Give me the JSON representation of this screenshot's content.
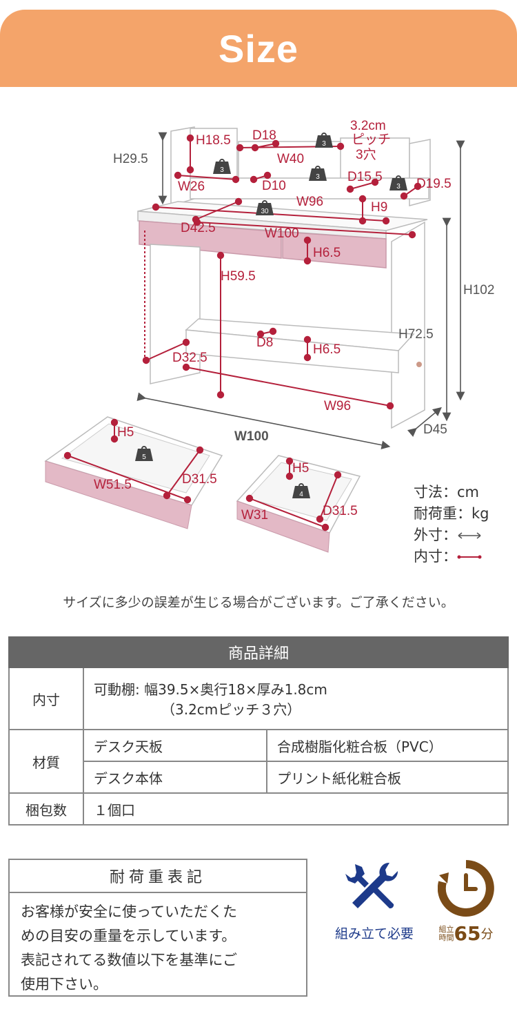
{
  "header": {
    "title": "Size"
  },
  "dimensions": {
    "h29_5": "H29.5",
    "h18_5": "H18.5",
    "d18": "D18",
    "pitch_1": "3.2cm",
    "pitch_2": "ピッチ",
    "pitch_3": "3穴",
    "w40": "W40",
    "w26": "W26",
    "d10": "D10",
    "d15_5": "D15.5",
    "d19_5": "D19.5",
    "w96_top": "W96",
    "h9": "H9",
    "d42_5": "D42.5",
    "w100_top": "W100",
    "h6_5_a": "H6.5",
    "h59_5": "H59.5",
    "h102": "H102",
    "h72_5": "H72.5",
    "d8": "D8",
    "h6_5_b": "H6.5",
    "d32_5": "D32.5",
    "w96_bottom": "W96",
    "d45": "D45",
    "w100_outer": "W100",
    "h5_left": "H5",
    "w51_5": "W51.5",
    "d31_5_left": "D31.5",
    "h5_right": "H5",
    "w31": "W31",
    "d31_5_right": "D31.5"
  },
  "loads": {
    "l3_a": "3",
    "l3_b": "3",
    "l3_c": "3",
    "l3_d": "3",
    "l30": "30",
    "l5": "5",
    "l4": "4"
  },
  "legend": {
    "size_unit": "寸法：cm",
    "load_unit": "耐荷重：kg",
    "outer": "外寸：",
    "inner": "内寸："
  },
  "note": "サイズに多少の誤差が生じる場合がございます。ご了承ください。",
  "spec": {
    "title": "商品詳細",
    "inner_label": "内寸",
    "inner_value_1": "可動棚:  幅39.5×奥行18×厚み1.8cm",
    "inner_value_2": "（3.2cmピッチ３穴）",
    "material_label": "材質",
    "mat1_part": "デスク天板",
    "mat1_value": "合成樹脂化粧合板（PVC）",
    "mat2_part": "デスク本体",
    "mat2_value": "プリント紙化粧合板",
    "pack_label": "梱包数",
    "pack_value": "１個口"
  },
  "load_notice": {
    "title": "耐荷重表記",
    "line1": "お客様が安全に使っていただくた",
    "line2": "めの目安の重量を示しています。",
    "line3": "表記されてる数値以下を基準にご",
    "line4": "使用下さい。"
  },
  "assembly": {
    "label": "組み立て必要",
    "time_label_top": "組立",
    "time_label_bottom": "時間",
    "time_value": "65",
    "time_unit": "分"
  },
  "colors": {
    "banner": "#f4a46a",
    "dimension_red": "#b4203b",
    "drawer_pink": "#e3b9c6",
    "assembly_blue": "#1d3a8a",
    "clock_brown": "#7a4b17"
  }
}
